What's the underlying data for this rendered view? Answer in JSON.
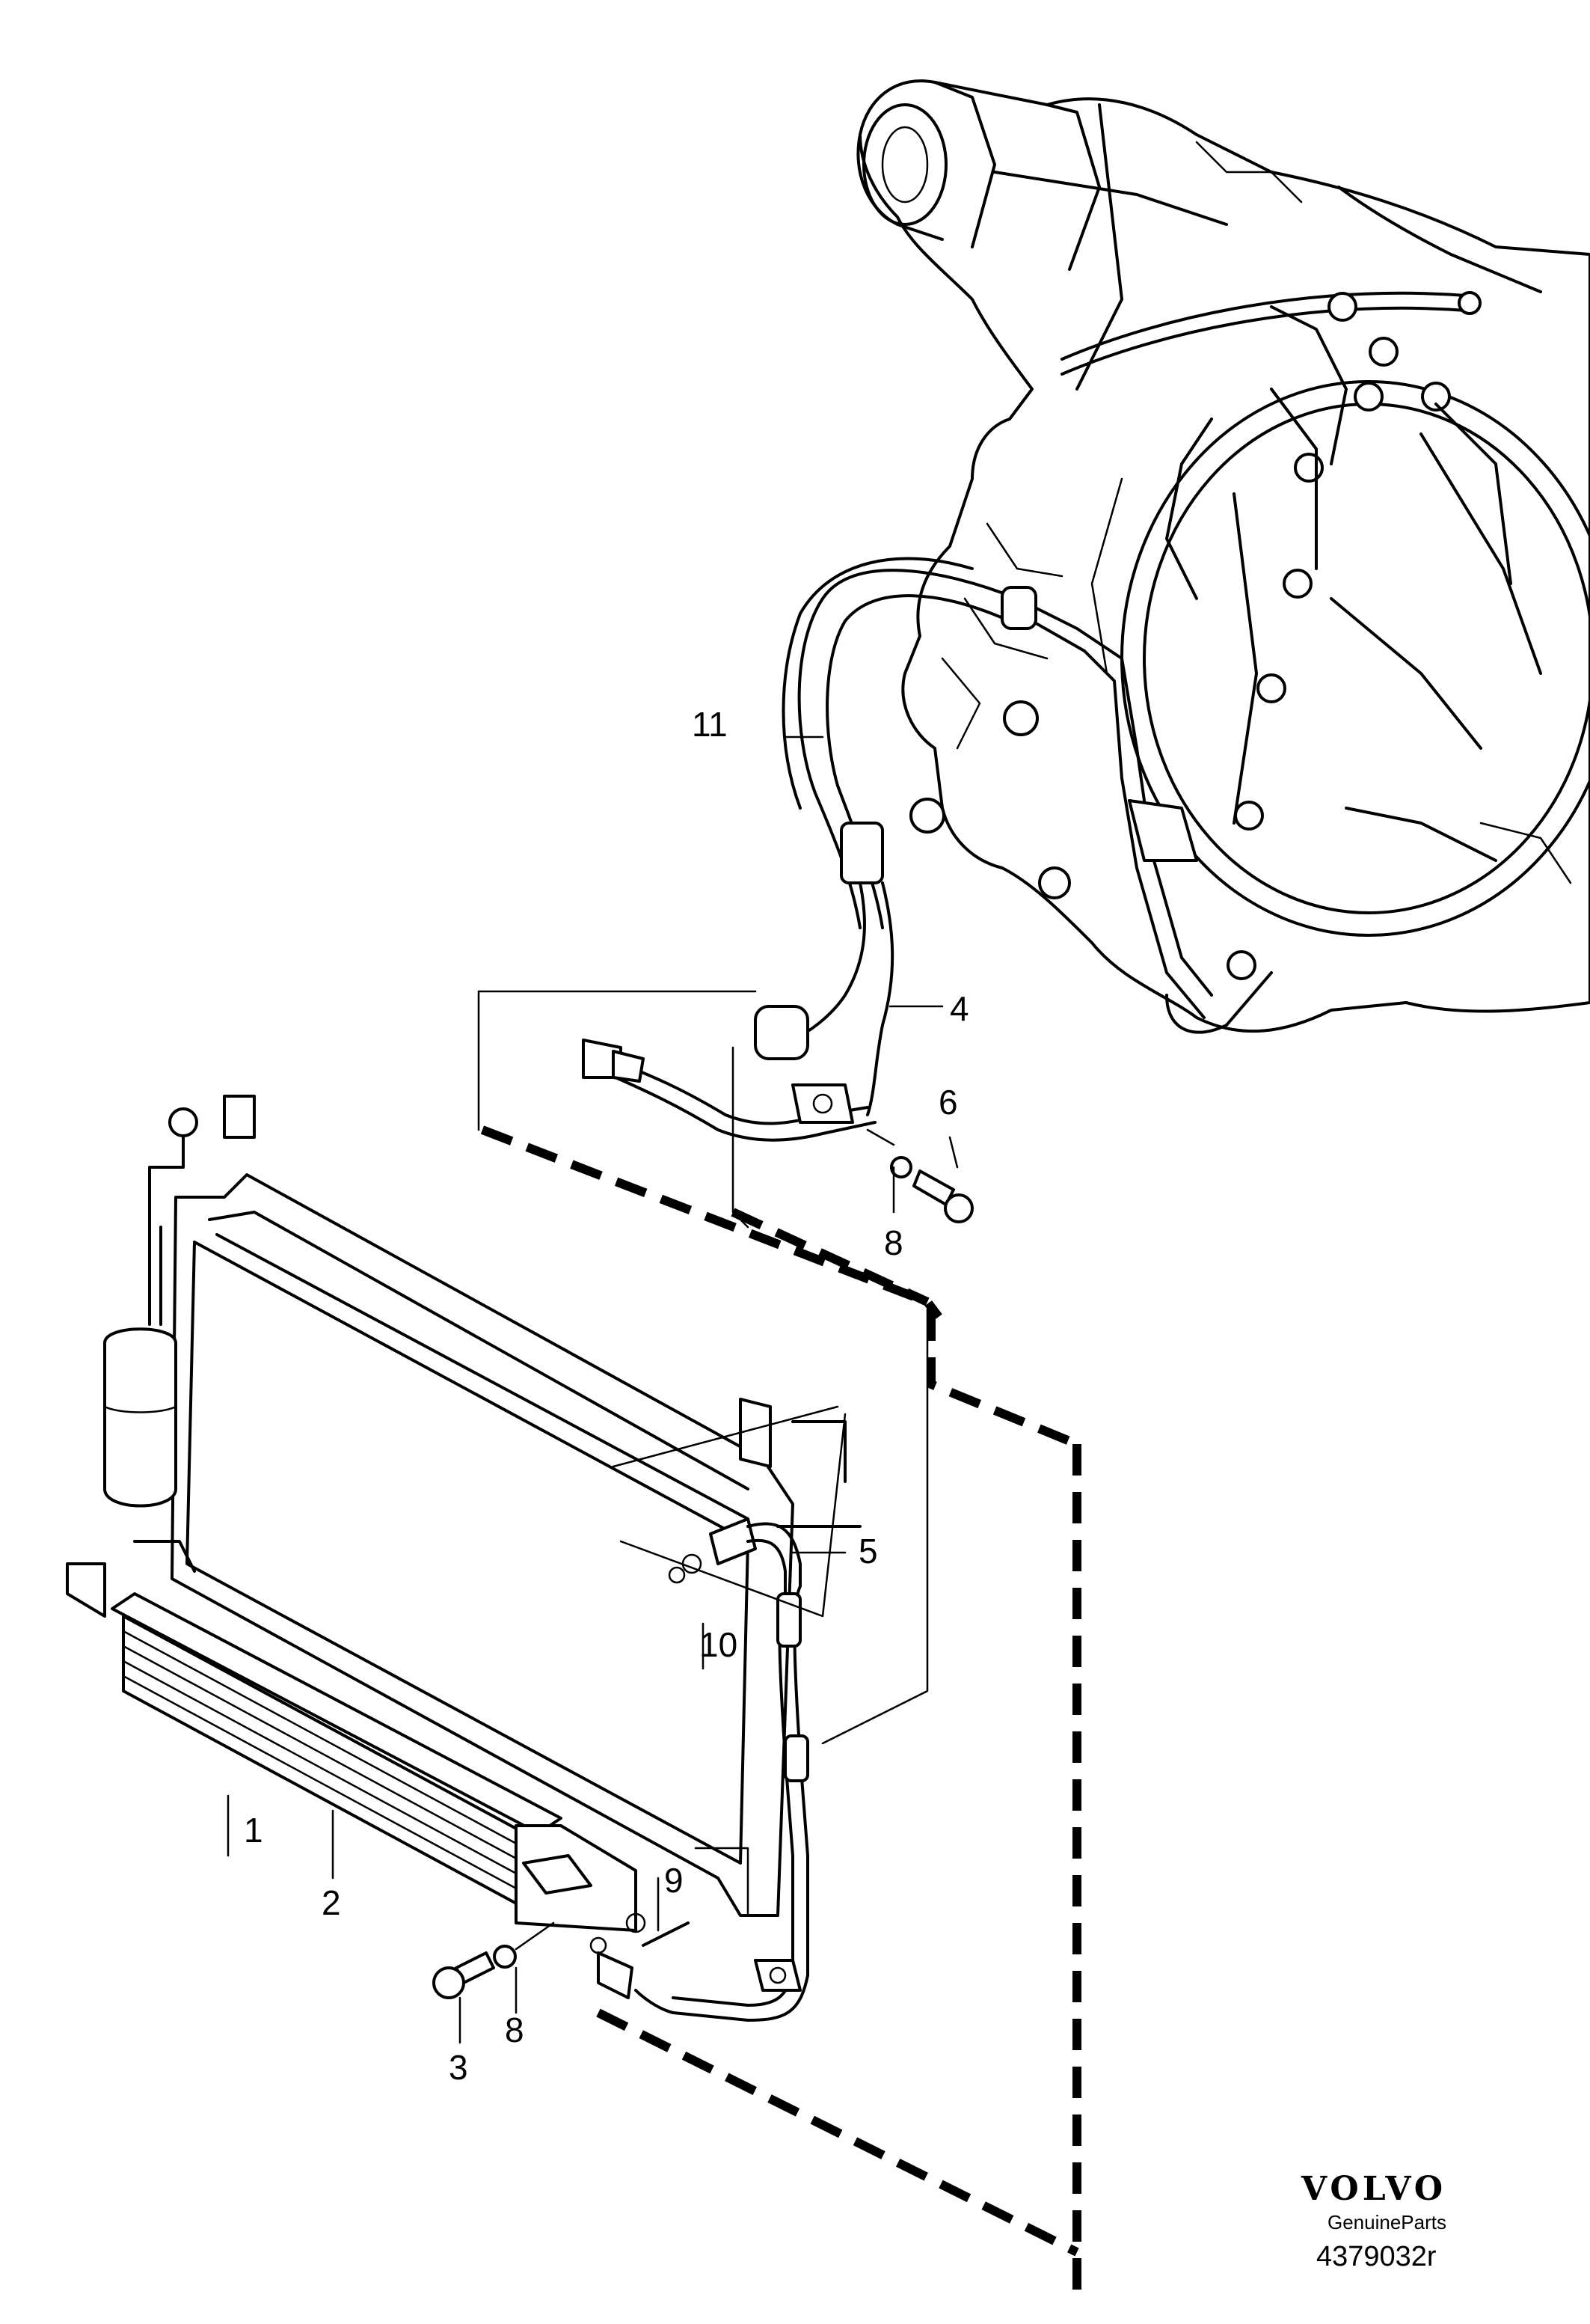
{
  "callouts": {
    "c1": "1",
    "c2": "2",
    "c3": "3",
    "c4": "4",
    "c5": "5",
    "c6": "6",
    "c8a": "8",
    "c8b": "8",
    "c9": "9",
    "c10": "10",
    "c11": "11"
  },
  "branding": {
    "logo": "VOLVO",
    "tagline": "GenuineParts",
    "diagram_number": "4379032r"
  }
}
